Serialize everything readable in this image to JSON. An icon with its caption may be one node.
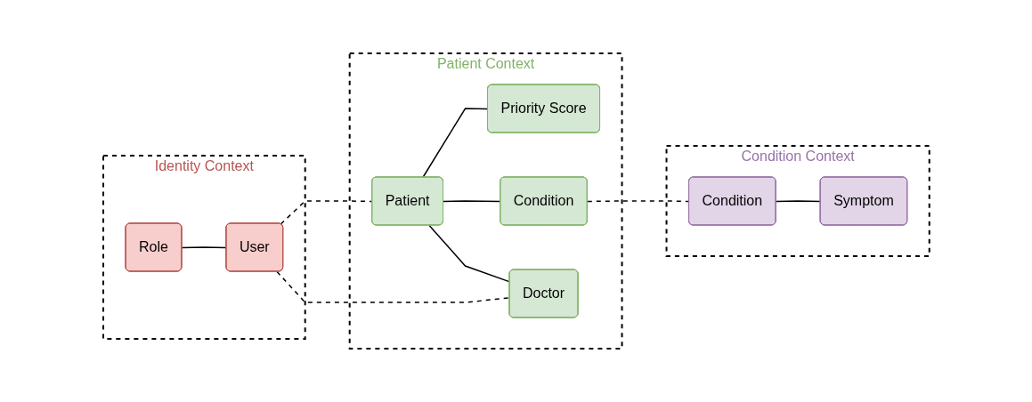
{
  "diagram": {
    "nodes": [
      {
        "text": [
          "Identity Context"
        ]
      },
      {
        "text": [
          "Role"
        ],
        "in": 0
      },
      {
        "text": [
          "User"
        ],
        "in": 0
      },
      {
        "text": [
          "Patient Context"
        ]
      },
      {
        "text": [
          "Patient"
        ],
        "in": 3
      },
      {
        "text": [
          "Priority Score"
        ],
        "in": 3
      },
      {
        "text": [
          "Condition"
        ],
        "in": 3
      },
      {
        "text": [
          "Doctor"
        ],
        "in": 3
      },
      {
        "text": [
          "Condition Context"
        ]
      },
      {
        "text": [
          "Condition"
        ],
        "in": 8
      },
      {
        "text": [
          "Symptom"
        ],
        "in": 8
      }
    ],
    "edges": [
      {
        "from": 1,
        "to": 2,
        "arrow": "none"
      },
      {
        "from": 4,
        "to": 5,
        "arrow": "none"
      },
      {
        "from": 4,
        "to": 7,
        "arrow": "none"
      },
      {
        "from": 4,
        "to": 6,
        "arrow": "none"
      },
      {
        "from": 2,
        "to": 4,
        "arrow": "none",
        "style": "dashed"
      },
      {
        "from": 2,
        "to": 7,
        "arrow": "none",
        "style": "dashed"
      },
      {
        "from": 6,
        "to": 9,
        "arrow": "none",
        "style": "dashed"
      },
      {
        "from": 9,
        "to": 10,
        "arrow": "none"
      }
    ]
  }
}
